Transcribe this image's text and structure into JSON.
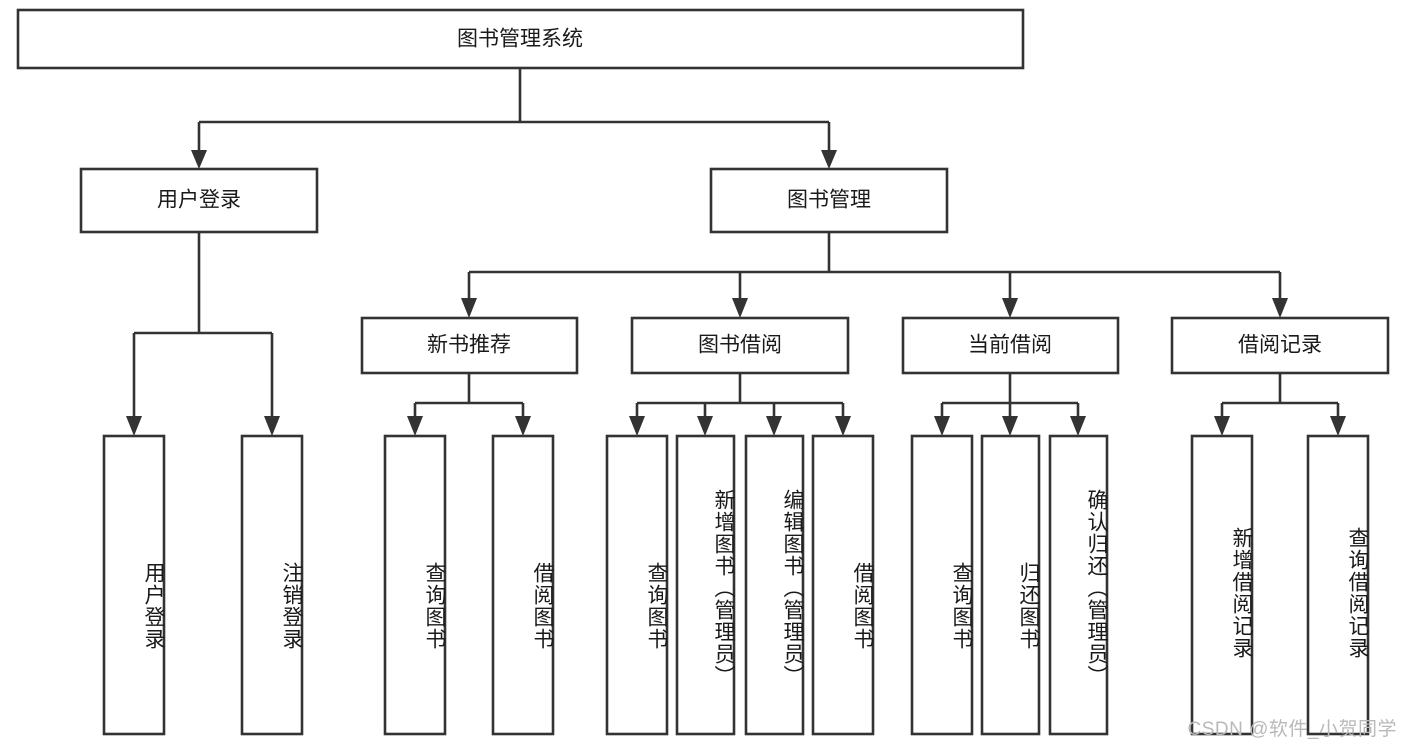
{
  "diagram": {
    "type": "tree-hierarchy-diagram",
    "title": "图书管理系统",
    "orientation": "top-down",
    "accent_color": "#333333",
    "background_color": "#ffffff",
    "levels": 4,
    "root": {
      "id": "root",
      "label": "图书管理系统",
      "text_orientation": "horizontal"
    },
    "level2": [
      {
        "id": "user-login",
        "label": "用户登录",
        "text_orientation": "horizontal"
      },
      {
        "id": "book-manage",
        "label": "图书管理",
        "text_orientation": "horizontal"
      }
    ],
    "level3": [
      {
        "id": "new-book-recommend",
        "label": "新书推荐",
        "parent": "book-manage",
        "text_orientation": "horizontal"
      },
      {
        "id": "book-borrow",
        "label": "图书借阅",
        "parent": "book-manage",
        "text_orientation": "horizontal"
      },
      {
        "id": "current-borrow",
        "label": "当前借阅",
        "parent": "book-manage",
        "text_orientation": "horizontal"
      },
      {
        "id": "borrow-record",
        "label": "借阅记录",
        "parent": "book-manage",
        "text_orientation": "horizontal"
      }
    ],
    "leaves": [
      {
        "id": "leaf-user-login",
        "label": "用户登录",
        "parent": "user-login",
        "text_orientation": "vertical"
      },
      {
        "id": "leaf-user-logout",
        "label": "注销登录",
        "parent": "user-login",
        "text_orientation": "vertical"
      },
      {
        "id": "leaf-query-book-1",
        "label": "查询图书",
        "parent": "new-book-recommend",
        "text_orientation": "vertical"
      },
      {
        "id": "leaf-borrow-book-1",
        "label": "借阅图书",
        "parent": "new-book-recommend",
        "text_orientation": "vertical"
      },
      {
        "id": "leaf-query-book-2",
        "label": "查询图书",
        "parent": "book-borrow",
        "text_orientation": "vertical"
      },
      {
        "id": "leaf-add-book",
        "label": "新增图书（管理员）",
        "parent": "book-borrow",
        "text_orientation": "vertical"
      },
      {
        "id": "leaf-edit-book",
        "label": "编辑图书（管理员）",
        "parent": "book-borrow",
        "text_orientation": "vertical"
      },
      {
        "id": "leaf-borrow-book-2",
        "label": "借阅图书",
        "parent": "book-borrow",
        "text_orientation": "vertical"
      },
      {
        "id": "leaf-query-book-3",
        "label": "查询图书",
        "parent": "current-borrow",
        "text_orientation": "vertical"
      },
      {
        "id": "leaf-return-book",
        "label": "归还图书",
        "parent": "current-borrow",
        "text_orientation": "vertical"
      },
      {
        "id": "leaf-confirm-return",
        "label": "确认归还（管理员）",
        "parent": "current-borrow",
        "text_orientation": "vertical"
      },
      {
        "id": "leaf-add-record",
        "label": "新增借阅记录",
        "parent": "borrow-record",
        "text_orientation": "vertical"
      },
      {
        "id": "leaf-query-record",
        "label": "查询借阅记录",
        "parent": "borrow-record",
        "text_orientation": "vertical"
      }
    ]
  },
  "watermark": {
    "text": "CSDN @软件_小贺同学"
  }
}
